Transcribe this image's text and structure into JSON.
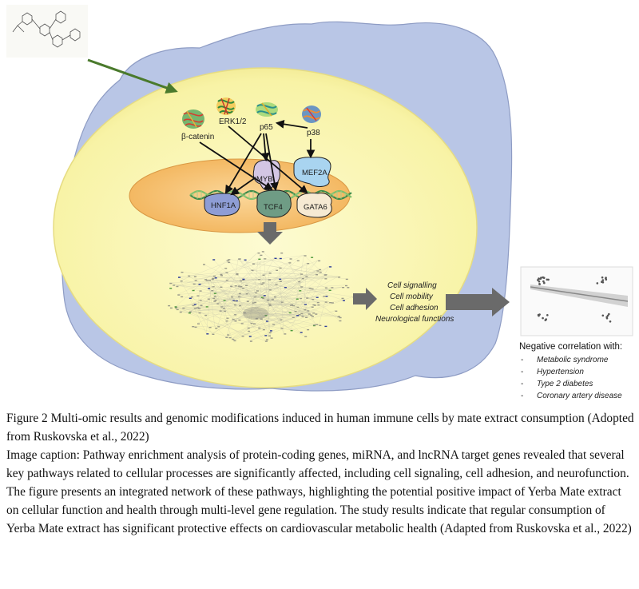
{
  "figure": {
    "proteins": [
      "ERK1/2",
      "p65",
      "p38",
      "β-catenin"
    ],
    "transcription_factors": [
      "MEF2A",
      "MYB",
      "HNF1A",
      "TCF4",
      "GATA6"
    ],
    "outcomes": [
      "Cell signalling",
      "Cell mobility",
      "Cell adhesion",
      "Neurological functions"
    ],
    "correlation_title": "Negative correlation with:",
    "correlation_items": [
      "Metabolic syndrome",
      "Hypertension",
      "Type 2 diabetes",
      "Coronary artery disease"
    ],
    "colors": {
      "cell_outer": "#b9c6e6",
      "cytoplasm": "#fbf7b8",
      "nucleus": "#f6c26e",
      "mef2a": "#a9d4f0",
      "myb": "#d3c6e4",
      "hnf1a": "#8e9dd5",
      "tcf4": "#6f9c85",
      "gata6": "#f6ead3",
      "arrow_green": "#4a7a2c",
      "arrow_grey": "#6a6a6a"
    }
  },
  "caption": {
    "title": "Figure 2 Multi-omic results and genomic modifications induced in human immune cells by mate extract consumption (Adopted from Ruskovska et al., 2022)",
    "body": "Image caption: Pathway enrichment analysis of protein-coding genes, miRNA, and lncRNA target genes revealed that several key pathways related to cellular processes are significantly affected, including cell signaling, cell adhesion, and neurofunction. The figure presents an integrated network of these pathways, highlighting the potential positive impact of Yerba Mate extract on cellular function and health through multi-level gene regulation. The study results indicate that regular consumption of Yerba Mate extract has significant protective effects on cardiovascular metabolic health (Adapted from Ruskovska et al., 2022)"
  }
}
